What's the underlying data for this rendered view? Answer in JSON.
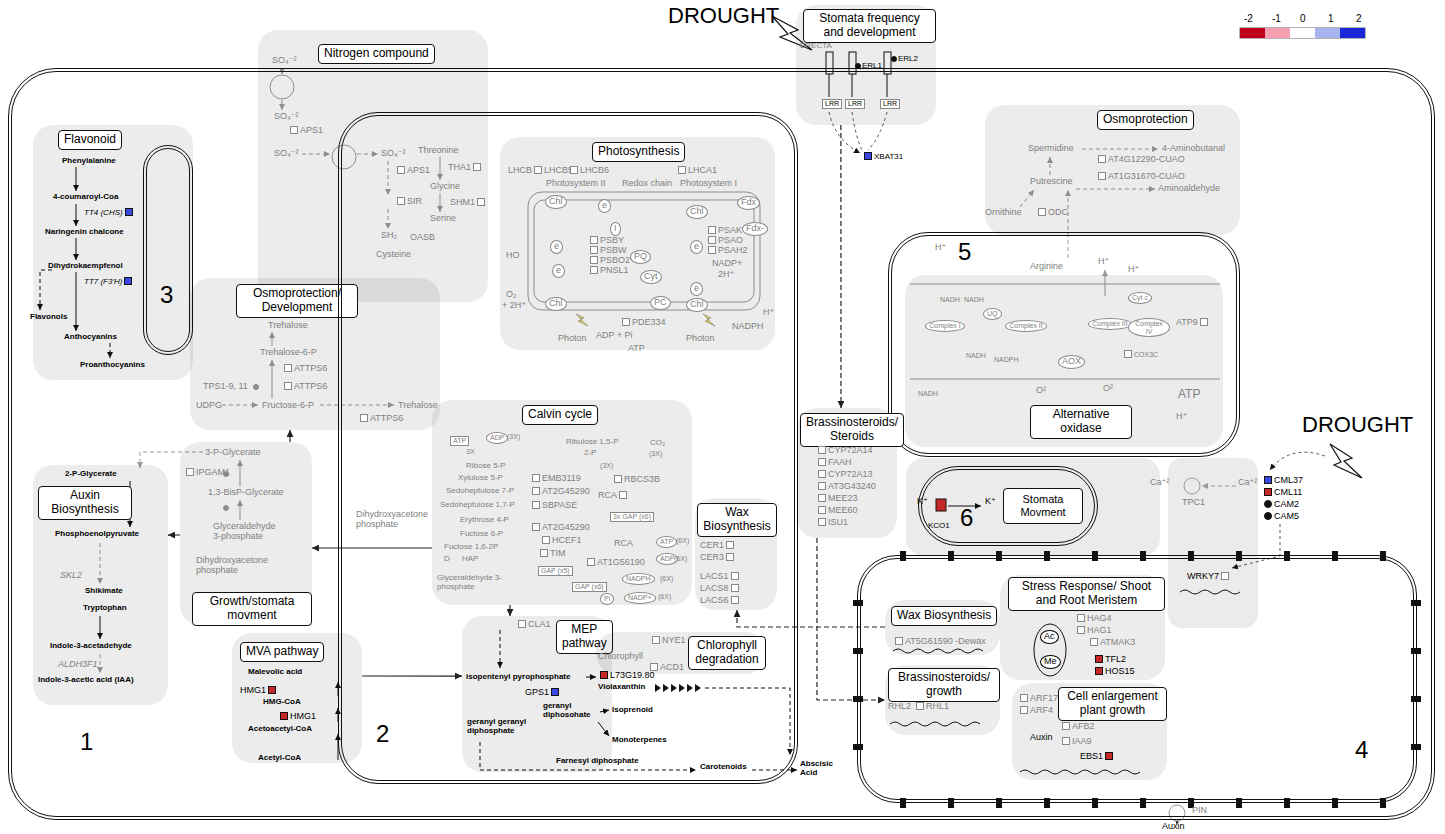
{
  "diagram": {
    "nodes": [
      {
        "text": [
          "1"
        ]
      },
      {
        "text": [
          "Flavonoid"
        ],
        "in": 0
      },
      {
        "text": [
          "3"
        ],
        "in": 1
      },
      {
        "text": [
          "Nitrogen compound"
        ],
        "in": 0
      },
      {
        "text": [
          "Osmoprotection/ Development"
        ],
        "in": 0
      },
      {
        "text": [
          "Growth/stomata movment"
        ],
        "in": 0
      },
      {
        "text": [
          "Auxin Biosynthesis"
        ],
        "in": 0
      },
      {
        "text": [
          "MVA pathway"
        ],
        "in": 0
      },
      {
        "text": [
          "2"
        ],
        "in": 0
      },
      {
        "text": [
          "Photosynthesis"
        ],
        "in": 8
      },
      {
        "text": [
          "Calvin cycle"
        ],
        "in": 8
      },
      {
        "text": [
          "Wax Biosynthesis"
        ],
        "in": 8
      },
      {
        "text": [
          "MEP pathway"
        ],
        "in": 8
      },
      {
        "text": [
          "Chlorophyll degradation"
        ],
        "in": 8
      },
      {
        "text": [
          "Stomata frequency and development"
        ]
      },
      {
        "text": [
          "Osmoprotection"
        ],
        "in": 0
      },
      {
        "text": [
          "5"
        ],
        "in": 0
      },
      {
        "text": [
          "Alternative oxidase"
        ],
        "in": 16
      },
      {
        "text": [
          "Brassinosteroids/ Steroids"
        ],
        "in": 0
      },
      {
        "text": [
          "6"
        ],
        "in": 0
      },
      {
        "text": [
          "Stomata Movment"
        ],
        "in": 19
      },
      {
        "text": [
          "4"
        ],
        "in": 0
      },
      {
        "text": [
          "Stress Response/ Shoot and Root Meristem"
        ],
        "in": 21
      },
      {
        "text": [
          "Wax Biosynthesis"
        ],
        "in": 21
      },
      {
        "text": [
          "Brassinosteroids/ growth"
        ],
        "in": 21
      },
      {
        "text": [
          "Cell enlargement plant growth"
        ],
        "in": 21
      }
    ],
    "edges": [
      {
        "from": 10,
        "to": 5,
        "arrow": "to"
      },
      {
        "from": 5,
        "to": 4,
        "arrow": "to"
      },
      {
        "from": 5,
        "to": 6,
        "arrow": "to"
      },
      {
        "from": 7,
        "to": 12,
        "arrow": "to"
      },
      {
        "from": 10,
        "to": 12,
        "arrow": "to"
      },
      {
        "from": 14,
        "to": 18,
        "arrow": "to"
      },
      {
        "from": 18,
        "to": 24,
        "arrow": "to"
      },
      {
        "from": 23,
        "to": 11,
        "arrow": "to"
      }
    ],
    "labels": [
      "DROUGHT",
      "ERECTA",
      "ERL1",
      "ERL2",
      "LRR",
      "LRR",
      "LRR",
      "XBAT31",
      "DROUGHT",
      "SO₄⁻²",
      "SO₄⁻²",
      "APS1",
      "SO₄⁻²",
      "SO₄⁻²",
      "APS1",
      "SIR",
      "SH₂",
      "Cysteine",
      "Threonine",
      "THA1",
      "Glycine",
      "SHM1",
      "Serine",
      "OASB",
      "Phenylalanine",
      "4-coumaroyl-Coa",
      "TT4 (CHS)",
      "Naringenin chalcone",
      "Dihydrokaempfenol",
      "TT7 (F3'H)",
      "Flavonols",
      "Anthocyanins",
      "Proanthocyanins",
      "Trehalose",
      "Trehalose-6-P",
      "ATTPS6",
      "TPS1-9, 11",
      "ATTPS6",
      "UDPG",
      "Fructose-6-P",
      "Trehalose",
      "ATTPS6",
      "3-P-Glycerate",
      "IPGAM1",
      "1,3-BisP-Glycerate",
      "Glyceraldehyde 3-phosphate",
      "Dihydroxyacetone phosphate",
      "2-P-Glycerate",
      "Phosphoenolpyruvate",
      "SKL2",
      "Shikimate",
      "Tryptophan",
      "Indole-3-acetadehyde",
      "ALDH3F1",
      "Indole-3-acetic acid (IAA)",
      "Malevolic acid",
      "HMG1",
      "HMG-CoA",
      "HMG1",
      "Acetoacetyl-CoA",
      "Acetyl-CoA",
      "Dihydroxyacetone phosphate",
      "LHCB",
      "LHCB5",
      "LHCB6",
      "Photosystem II",
      "LHCA1",
      "Redox chain",
      "Photosystem I",
      "Chl",
      "e",
      "I",
      "e",
      "HO",
      "PSBY",
      "PSBW",
      "PSBO2",
      "PNSL1",
      "PQ",
      "Cyt",
      "Chl",
      "Fdx",
      "e",
      "PSAK",
      "PSAO",
      "PSAH2",
      "Fdx-",
      "NADP+",
      "2H⁺",
      "NADPH",
      "e",
      "O₂",
      "+ 2H⁺",
      "Chl",
      "PC",
      "e",
      "Chl",
      "H⁺",
      "PDE334",
      "Photon",
      "ADP + Pi",
      "ATP",
      "Photon",
      "ATP",
      "3X",
      "ADP",
      "(3X)",
      "Ribulose 1,5-P",
      "2-P",
      "CO₂",
      "(3X)",
      "(3X)",
      "Ribose 5-P",
      "Xylulose 5-P",
      "EMB3119",
      "RBCS3B",
      "Sedoheptulose 7-P",
      "AT2G45290",
      "RCA",
      "Sedoheptulose 1,7-P",
      "SBPASE",
      "3x GAP (x6)",
      "Erythrose 4-P",
      "AT2G45290",
      "Fuctose 6-P",
      "HCEF1",
      "RCA",
      "ATP",
      "(6X)",
      "Fuctose 1,6-2P",
      "TIM",
      "ADP",
      "(6X)",
      "D",
      "HAP",
      "AT1G56190",
      "GAP (x5)",
      "NADPH",
      "(6X)",
      "Glyceraldehyde 3-phosphate",
      "GAP (x6)",
      "NADP+",
      "(6X)",
      "Pi",
      "CER1",
      "CER3",
      "LACS1",
      "LACS8",
      "LACS6",
      "CLA1",
      "isopentenyl pyrophosphate",
      "L73G19.80",
      "Violaxanthin",
      "GPS1",
      "geranyl diphosohate",
      "Isoprenoid",
      "geranyl geranyl diphosphate",
      "Monoterpenes",
      "Farnesyl diphosphate",
      "Carotenoids",
      "Abscisic Acid",
      "Chlorophyll",
      "NYE1",
      "ACD1",
      "Spermidine",
      "4-Aminobutanal",
      "AT4G12290-CUAO",
      "AT1G31670-CUAO",
      "Putrescine",
      "Aminoaldehyde",
      "Ornithine",
      "ODC",
      "Arginine",
      "H⁺",
      "H⁺",
      "H⁺",
      "NADH",
      "NADH",
      "Cyt c",
      "UQ",
      "Complex I",
      "Complex II",
      "Complex III",
      "Complex IV",
      "ATP9",
      "COX3C",
      "NADH",
      "NADPH",
      "AOX",
      "O²",
      "O²",
      "NADH",
      "ATP",
      "H⁺",
      "CYP72A14",
      "FAAH",
      "CYP72A13",
      "AT3G43240",
      "MEE23",
      "MEE60",
      "ISU1",
      "K⁺",
      "KCO1",
      "K⁺",
      "Ca⁺²",
      "TPC1",
      "Ca⁺²",
      "CML37",
      "CML11",
      "CAM2",
      "CAM5",
      "WRKY7",
      "HAG4",
      "HAG1",
      "ATMAK3",
      "Ac",
      "Me",
      "TFL2",
      "HOS15",
      "AT5G61590 -Dewax",
      "RHL2",
      "RHL1",
      "ARF17",
      "ARF4",
      "AFB2",
      "Auxin",
      "IAA9",
      "EBS1",
      "PIN",
      "Auxin"
    ],
    "legend": [
      {
        "text": "-2",
        "color": "#c0001a"
      },
      {
        "text": "-1",
        "color": "#f4a0b0"
      },
      {
        "text": "0",
        "color": "#ffffff"
      },
      {
        "text": "1",
        "color": "#a8b4f0"
      },
      {
        "text": "2",
        "color": "#1a28d8"
      }
    ]
  }
}
